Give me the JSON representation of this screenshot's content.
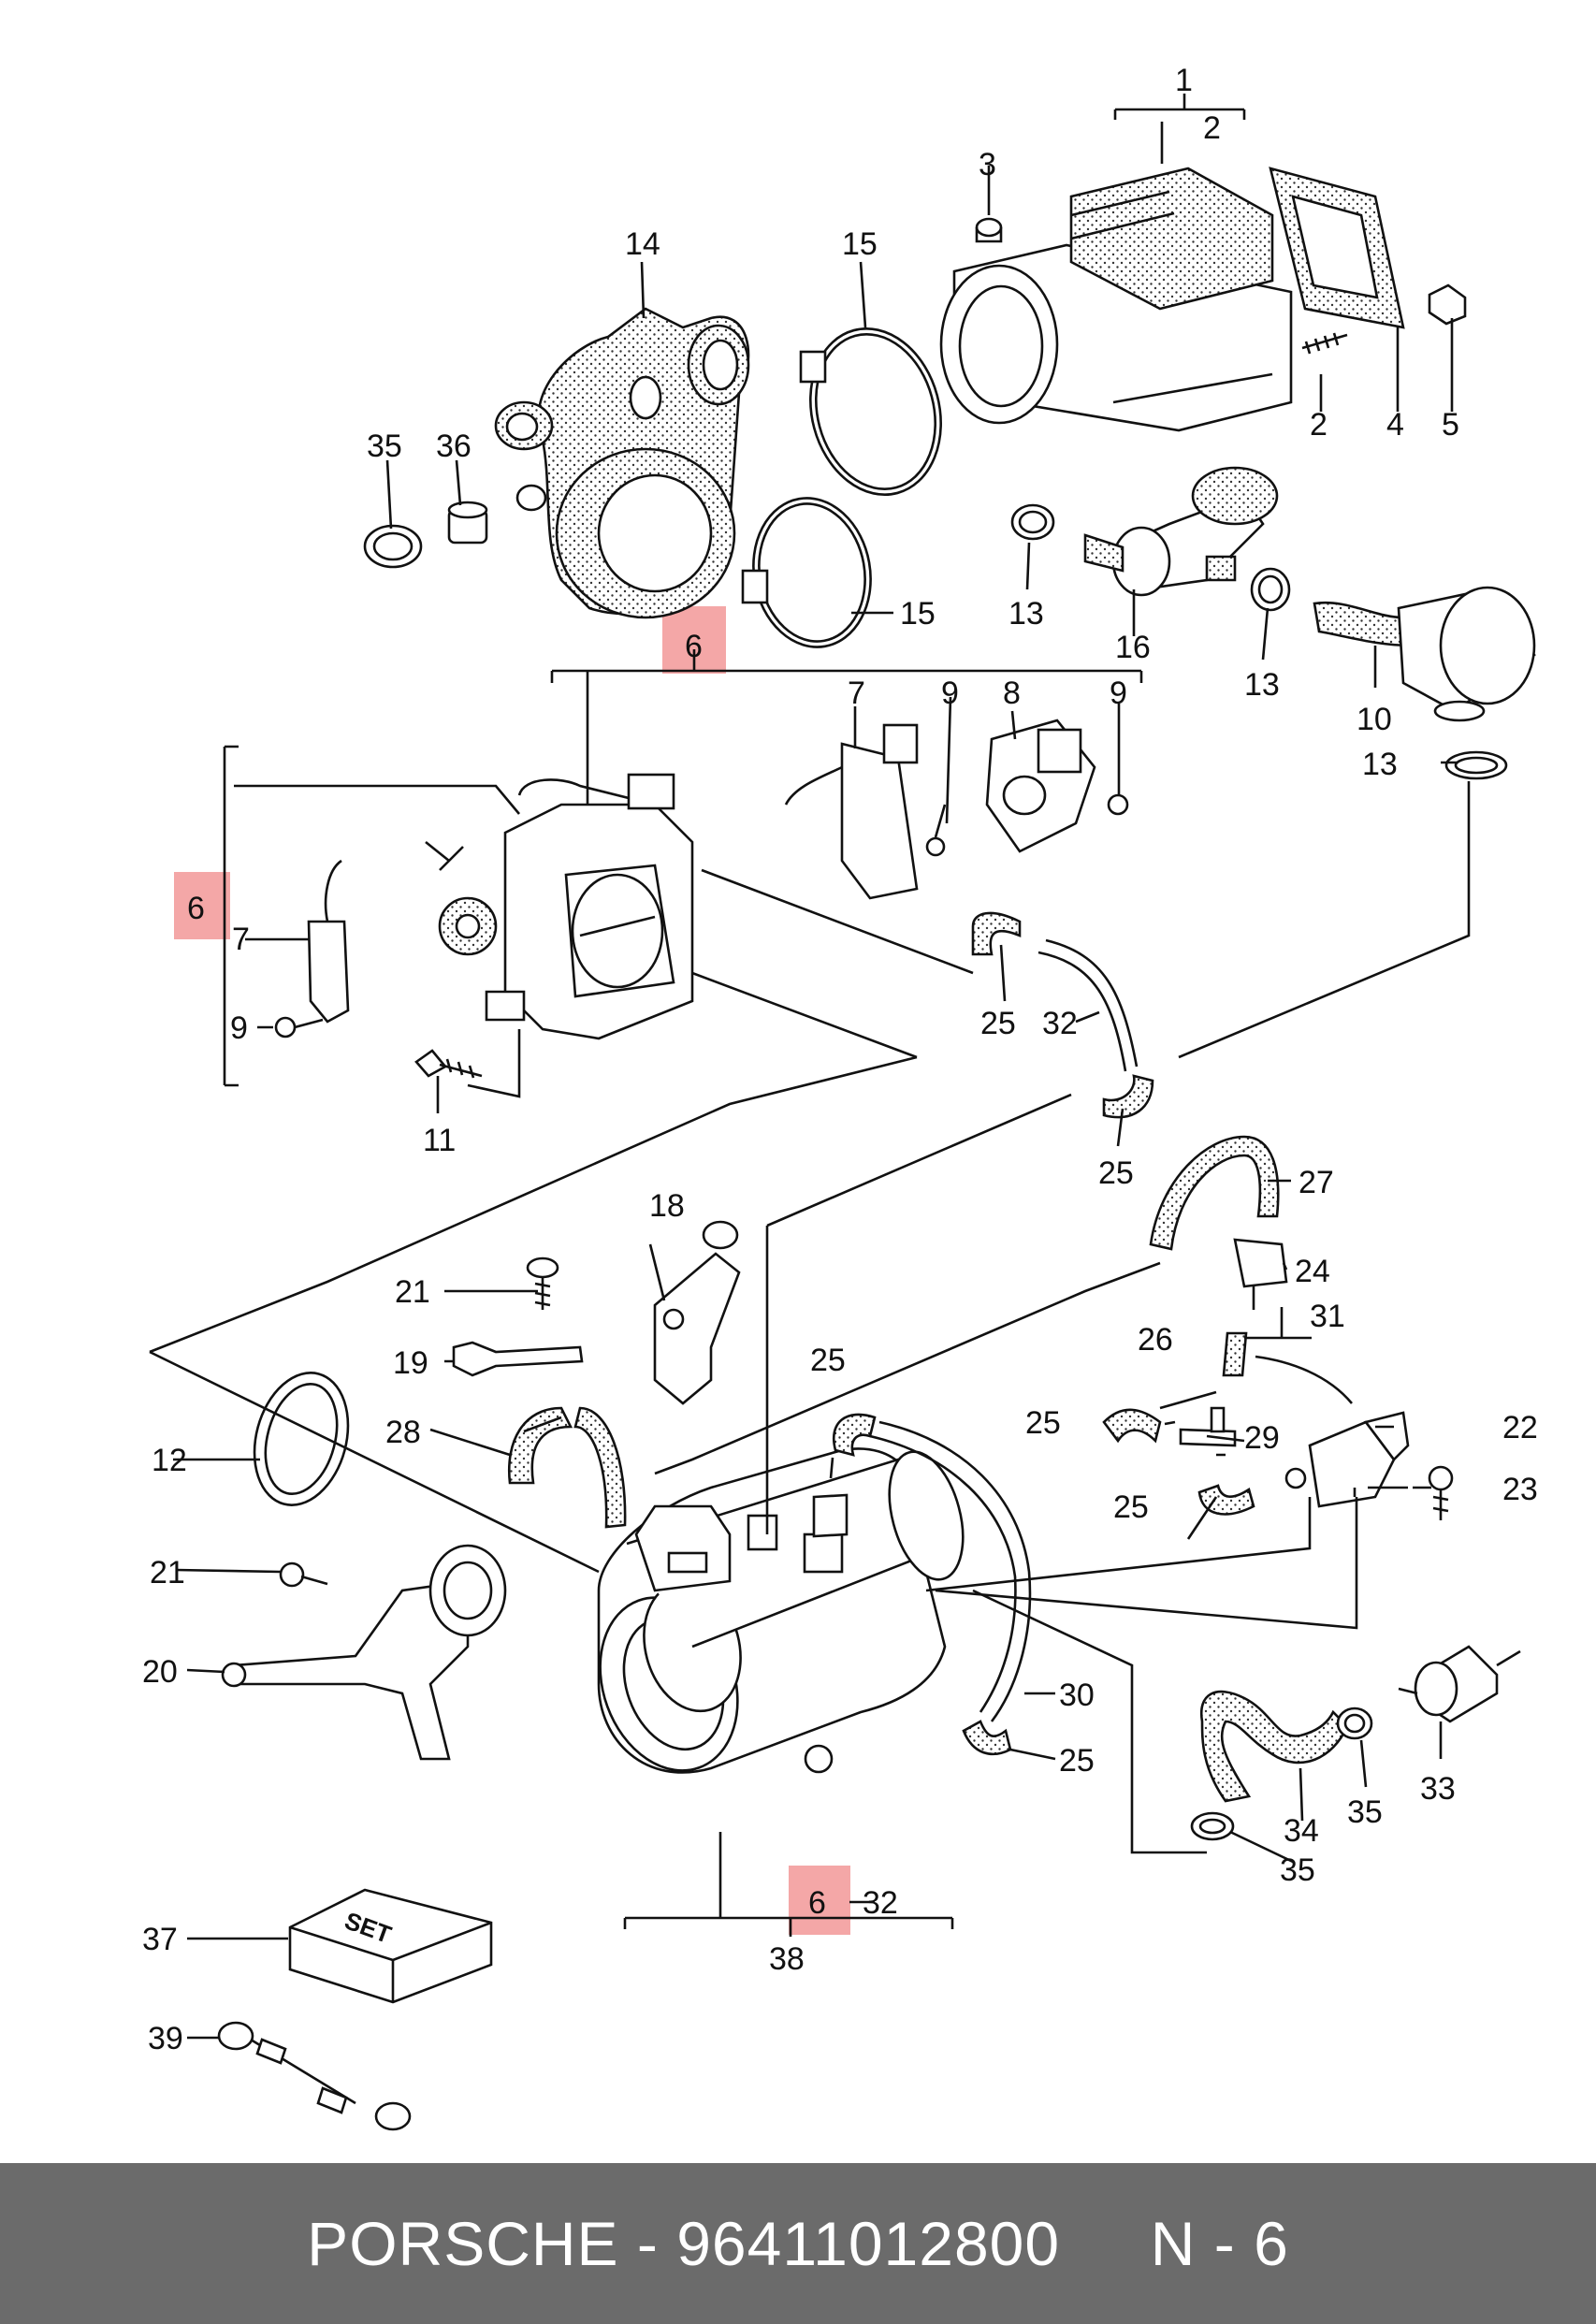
{
  "callouts": {
    "c1": "1",
    "c2a": "2",
    "c2b": "2",
    "c3": "3",
    "c4": "4",
    "c5": "5",
    "c6a": "6",
    "c6b": "6",
    "c6c": "6",
    "c7a": "7",
    "c7b": "7",
    "c8": "8",
    "c9a": "9",
    "c9b": "9",
    "c9c": "9",
    "c10": "10",
    "c11": "11",
    "c12": "12",
    "c13a": "13",
    "c13b": "13",
    "c13c": "13",
    "c14": "14",
    "c15a": "15",
    "c15b": "15",
    "c16": "16",
    "c18": "18",
    "c19": "19",
    "c20": "20",
    "c21a": "21",
    "c21b": "21",
    "c22": "22",
    "c23": "23",
    "c24": "24",
    "c25a": "25",
    "c25b": "25",
    "c25c": "25",
    "c25d": "25",
    "c25e": "25",
    "c25f": "25",
    "c26": "26",
    "c27": "27",
    "c28": "28",
    "c29": "29",
    "c30": "30",
    "c31": "31",
    "c32a": "32",
    "c32b": "32",
    "c33": "33",
    "c34": "34",
    "c35a": "35",
    "c35b": "35",
    "c35c": "35",
    "c36": "36",
    "c37": "37",
    "c38": "38",
    "c39": "39"
  },
  "set_box_label": "SET",
  "footer": {
    "brand": "PORSCHE",
    "separator": " - ",
    "part_number": "96411012800",
    "gap": "     ",
    "position": "N - 6"
  },
  "colors": {
    "highlight": "#f08a8a",
    "footer_bg": "#6b6b6b",
    "ink": "#111111"
  }
}
